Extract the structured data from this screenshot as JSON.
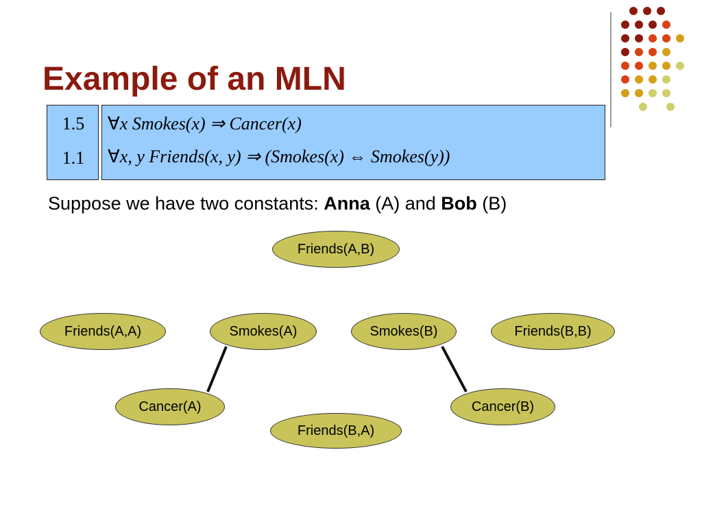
{
  "title": "Example of an MLN",
  "rules": [
    {
      "weight": "1.5",
      "formula_prefix": "∀",
      "formula": "x Smokes(x) ⇒ Cancer(x)"
    },
    {
      "weight": "1.1",
      "formula_prefix": "∀",
      "formula": "x, y Friends(x, y) ⇒ (Smokes(x) ⇔ Smokes(y))"
    }
  ],
  "suppose": {
    "text_before": "Suppose we have two constants: ",
    "const1": "Anna",
    "const1_abbr": " (A) and ",
    "const2": "Bob",
    "const2_abbr": " (B)"
  },
  "nodes": {
    "friends_ab": "Friends(A,B)",
    "friends_aa": "Friends(A,A)",
    "smokes_a": "Smokes(A)",
    "smokes_b": "Smokes(B)",
    "friends_bb": "Friends(B,B)",
    "cancer_a": "Cancer(A)",
    "cancer_b": "Cancer(B)",
    "friends_ba": "Friends(B,A)"
  },
  "edges": [
    [
      "smokes_a",
      "cancer_a"
    ],
    [
      "smokes_b",
      "cancer_b"
    ]
  ],
  "colors": {
    "title": "#8b1a0e",
    "box_fill": "#99ccff",
    "node_fill": "#c9c45a",
    "dot_dark": "#8b1a0e",
    "dot_orange": "#d84315",
    "dot_gold": "#d4a017",
    "dot_olive": "#cfcf6e"
  }
}
